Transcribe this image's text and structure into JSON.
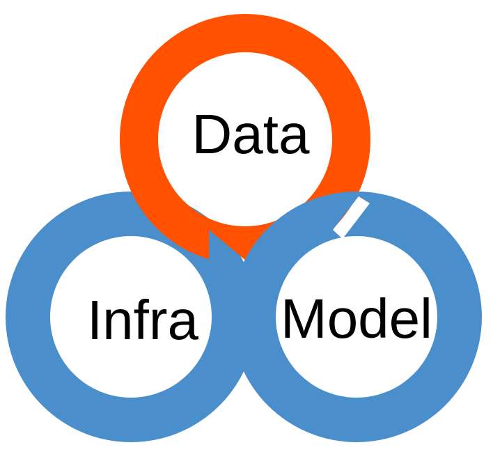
{
  "diagram": {
    "nodes": [
      {
        "id": "data",
        "label": "Data",
        "color": "#FF5100"
      },
      {
        "id": "infra",
        "label": "Infra",
        "color": "#4A8FCC"
      },
      {
        "id": "model",
        "label": "Model",
        "color": "#4A8FCC"
      }
    ],
    "relation": "interlocking rings"
  }
}
